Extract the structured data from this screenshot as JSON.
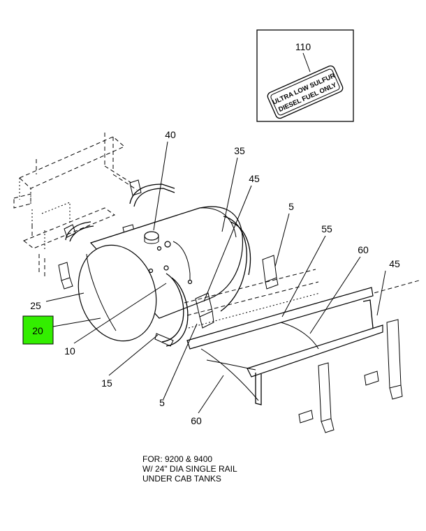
{
  "decal": {
    "callout": "110",
    "text_line1": "ULTRA LOW SULFUR",
    "text_line2": "DIESEL FUEL ONLY"
  },
  "callouts": {
    "c40": "40",
    "c35": "35",
    "c45a": "45",
    "c5a": "5",
    "c55": "55",
    "c60a": "60",
    "c45b": "45",
    "c25": "25",
    "c20": "20",
    "c10": "10",
    "c15": "15",
    "c5b": "5",
    "c60b": "60"
  },
  "highlight_color": "#33ee00",
  "note": {
    "line1": "FOR: 9200 & 9400",
    "line2": "W/ 24\" DIA SINGLE RAIL",
    "line3": "UNDER CAB TANKS"
  }
}
